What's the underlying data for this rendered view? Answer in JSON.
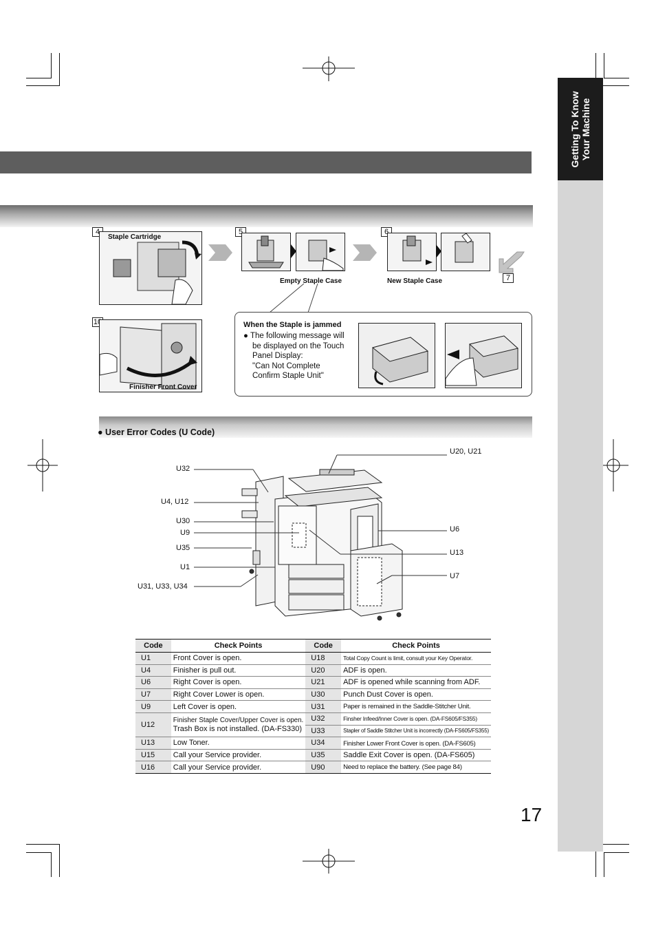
{
  "side_tab": {
    "line1": "Getting To Know",
    "line2": "Your Machine"
  },
  "page_number": "17",
  "steps": {
    "s4": "4",
    "s5": "5",
    "s6": "6",
    "s7": "7",
    "s10": "10",
    "staple_cartridge": "Staple Cartridge",
    "empty_staple_case": "Empty Staple Case",
    "new_staple_case": "New Staple Case",
    "finisher_front_cover": "Finisher Front Cover"
  },
  "jam": {
    "title": "When the Staple is jammed",
    "bullet": "●",
    "line1": "The following message will",
    "line2": "be displayed on the Touch",
    "line3": "Panel Display:",
    "line4": "\"Can Not Complete",
    "line5": "Confirm Staple Unit\""
  },
  "ucode": {
    "bullet": "●",
    "title": "User Error Codes (U Code)"
  },
  "diagram_labels": {
    "u32": "U32",
    "u4_u12": "U4, U12",
    "u30": "U30",
    "u9": "U9",
    "u35": "U35",
    "u1": "U1",
    "u31_u33_u34": "U31, U33, U34",
    "u20_u21": "U20, U21",
    "u6": "U6",
    "u13": "U13",
    "u7": "U7"
  },
  "table": {
    "headers": [
      "Code",
      "Check Points",
      "Code",
      "Check Points"
    ],
    "left": [
      {
        "code": "U1",
        "text": "Front Cover is open."
      },
      {
        "code": "U4",
        "text": "Finisher is pull out."
      },
      {
        "code": "U6",
        "text": "Right Cover is open."
      },
      {
        "code": "U7",
        "text": "Right Cover Lower is open."
      },
      {
        "code": "U9",
        "text": "Left Cover is open."
      },
      {
        "code": "U12",
        "text": "Finisher Staple Cover/Upper Cover is open.",
        "text2": "Trash Box is not installed. (DA-FS330)"
      },
      {
        "code": "U13",
        "text": "Low Toner."
      },
      {
        "code": "U15",
        "text": "Call your Service provider."
      },
      {
        "code": "U16",
        "text": "Call your Service provider."
      }
    ],
    "right": [
      {
        "code": "U18",
        "text": "Total Copy Count is limit, consult your Key Operator."
      },
      {
        "code": "U20",
        "text": "ADF is open."
      },
      {
        "code": "U21",
        "text": "ADF is opened while scanning from ADF."
      },
      {
        "code": "U30",
        "text": "Punch Dust Cover is open."
      },
      {
        "code": "U31",
        "text": "Paper is remained in the Saddle-Stitcher Unit."
      },
      {
        "code": "U32",
        "text": "Finsher  Infeed/Inner Cover is open. (DA-FS605/FS355)"
      },
      {
        "code": "U33",
        "text": "Stapler of Saddle Stitcher Unit is incorrectly (DA-FS605/FS355)"
      },
      {
        "code": "U34",
        "text": "Finisher Lower Front Cover is open. (DA-FS605)"
      },
      {
        "code": "U35",
        "text": "Saddle Exit Cover is open. (DA-FS605)"
      },
      {
        "code": "U90",
        "text": "Need to replace the battery. (See page 84)"
      }
    ]
  }
}
